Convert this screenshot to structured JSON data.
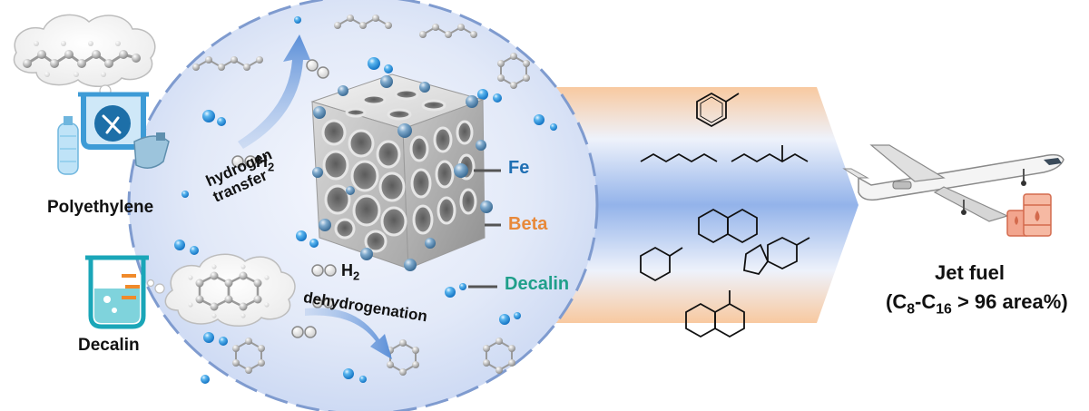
{
  "labels": {
    "polyethylene": "Polyethylene",
    "decalin_left": "Decalin",
    "h2_top_letter": "H",
    "h2_top_sub": "2",
    "hydrogen_transfer_line1": "hydrogen",
    "hydrogen_transfer_line2": "transfer",
    "h2_bottom_letter": "H",
    "h2_bottom_sub": "2",
    "dehydrogenation": "dehydrogenation",
    "fe": "Fe",
    "beta": "Beta",
    "decalin_right": "Decalin",
    "jet_fuel_title": "Jet fuel",
    "jet_fuel_open": "(C",
    "jet_fuel_sub1": "8",
    "jet_fuel_dash": "-C",
    "jet_fuel_sub2": "16",
    "jet_fuel_tail": " > 96 area%)"
  },
  "colors": {
    "fe_label": "#1f6fb3",
    "beta_label": "#e8893a",
    "decalin_label": "#1f9f8a",
    "ellipse_fill": "#dde6f8",
    "arrow_band_orange": "#f7c89a",
    "arrow_band_blue": "#9db9ea",
    "molecule_sphere": "#4a92c9",
    "beaker": "#1aa6b8",
    "bin": "#3d9bd6"
  },
  "icons": [
    "plastic-bin-icon",
    "beaker-icon",
    "airplane-icon",
    "fuel-barrel-icon",
    "zeolite-cube-icon"
  ]
}
